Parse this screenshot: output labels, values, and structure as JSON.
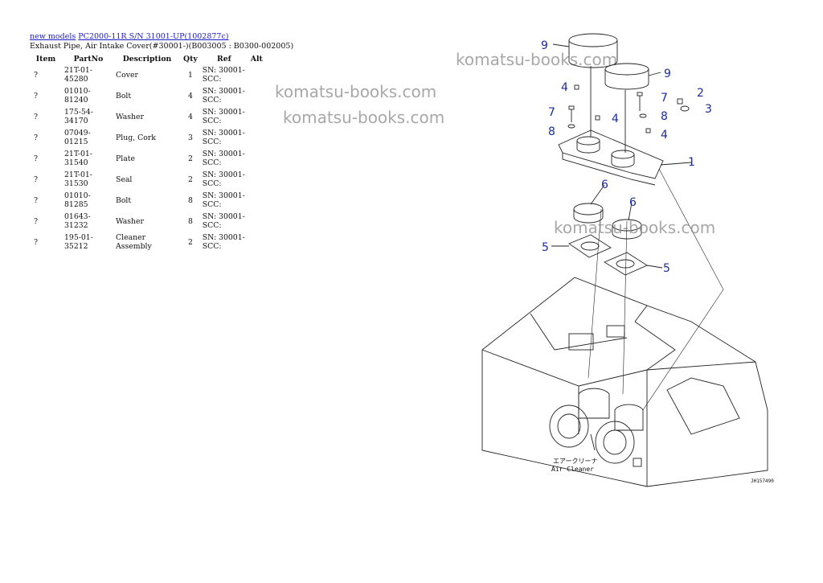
{
  "breadcrumb": {
    "link1": "new models",
    "link2": "PC2000-11R S/N 31001-UP(1002877c)"
  },
  "title": "Exhaust Pipe, Air Intake Cover(#30001-)(B003005 : B0300-002005)",
  "columns": [
    "Item",
    "PartNo",
    "Description",
    "Qty",
    "Ref",
    "Alt"
  ],
  "rows": [
    {
      "item": "?",
      "part": "21T-01-45280",
      "desc": "Cover",
      "qty": "1",
      "ref": "SN: 30001-SCC:"
    },
    {
      "item": "?",
      "part": "01010-81240",
      "desc": "Bolt",
      "qty": "4",
      "ref": "SN: 30001-SCC:"
    },
    {
      "item": "?",
      "part": "175-54-34170",
      "desc": "Washer",
      "qty": "4",
      "ref": "SN: 30001-SCC:"
    },
    {
      "item": "?",
      "part": "07049-01215",
      "desc": "Plug, Cork",
      "qty": "3",
      "ref": "SN: 30001-SCC:"
    },
    {
      "item": "?",
      "part": "21T-01-31540",
      "desc": "Plate",
      "qty": "2",
      "ref": "SN: 30001-SCC:"
    },
    {
      "item": "?",
      "part": "21T-01-31530",
      "desc": "Seal",
      "qty": "2",
      "ref": "SN: 30001-SCC:"
    },
    {
      "item": "?",
      "part": "01010-81285",
      "desc": "Bolt",
      "qty": "8",
      "ref": "SN: 30001-SCC:"
    },
    {
      "item": "?",
      "part": "01643-31232",
      "desc": "Washer",
      "qty": "8",
      "ref": "SN: 30001-SCC:"
    },
    {
      "item": "?",
      "part": "195-01-35212",
      "desc": "Cleaner Assembly",
      "qty": "2",
      "ref": "SN: 30001-SCC:"
    }
  ],
  "watermark": "komatsu-books.com",
  "diagram": {
    "callouts": [
      "9",
      "9",
      "4",
      "2",
      "7",
      "3",
      "4",
      "8",
      "7",
      "8",
      "4",
      "1",
      "6",
      "6",
      "5",
      "5"
    ],
    "jp_label": "エアークリーナ",
    "en_label": "Air Cleaner",
    "code": "JH157490"
  }
}
